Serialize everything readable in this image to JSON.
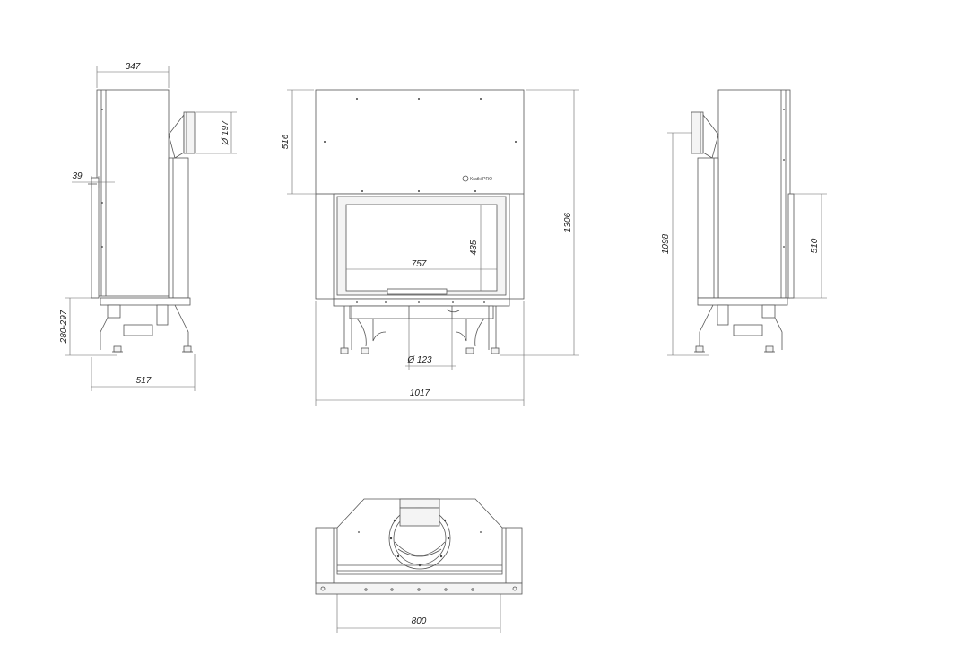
{
  "views": {
    "left_side": {
      "dim_depth_top": "347",
      "dim_flue_diameter": "Ø 197",
      "dim_offset": "39",
      "dim_leg_height": "280-297",
      "dim_depth_bottom": "517"
    },
    "front": {
      "dim_top_height": "516",
      "dim_total_height": "1306",
      "dim_glass_height": "435",
      "dim_glass_width": "757",
      "dim_air_inlet": "Ø 123",
      "dim_total_width": "1017",
      "brand_text": "Kratki PRO"
    },
    "right_side": {
      "dim_outlet_height": "1098",
      "dim_opening_height": "510"
    },
    "top": {
      "dim_width": "800"
    }
  }
}
